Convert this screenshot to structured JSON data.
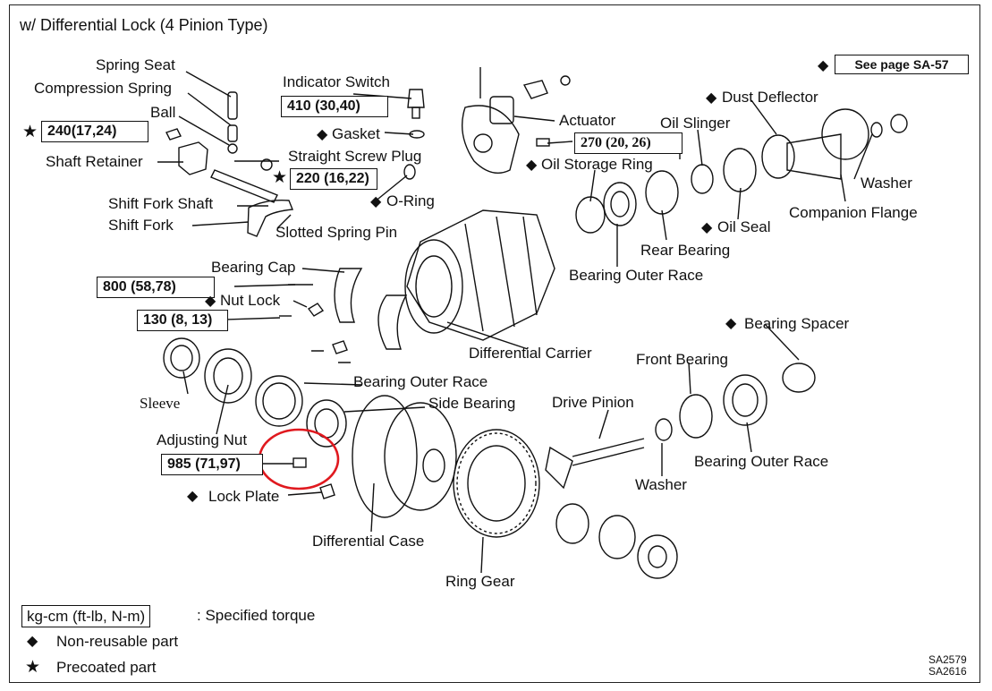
{
  "title": "w/ Differential Lock (4 Pinion Type)",
  "see_page": "See page SA-57",
  "symbols": {
    "diamond": "◆",
    "star": "★"
  },
  "labels": {
    "spring_seat": "Spring Seat",
    "compression_spring": "Compression Spring",
    "ball": "Ball",
    "shaft_retainer": "Shaft Retainer",
    "shift_fork_shaft": "Shift Fork Shaft",
    "shift_fork": "Shift Fork",
    "indicator_switch": "Indicator Switch",
    "gasket": "Gasket",
    "straight_screw_plug": "Straight Screw Plug",
    "o_ring": "O-Ring",
    "slotted_spring_pin": "Slotted Spring Pin",
    "actuator": "Actuator",
    "oil_storage_ring": "Oil Storage Ring",
    "oil_slinger": "Oil Slinger",
    "dust_deflector": "Dust Deflector",
    "washer_top": "Washer",
    "companion_flange": "Companion Flange",
    "oil_seal": "Oil Seal",
    "rear_bearing": "Rear Bearing",
    "bearing_outer_race_top": "Bearing Outer Race",
    "bearing_cap": "Bearing Cap",
    "nut_lock": "Nut Lock",
    "differential_carrier": "Differential Carrier",
    "bearing_spacer": "Bearing Spacer",
    "front_bearing": "Front Bearing",
    "sleeve": "Sleeve",
    "bearing_outer_race_mid": "Bearing Outer Race",
    "side_bearing": "Side Bearing",
    "drive_pinion": "Drive Pinion",
    "adjusting_nut": "Adjusting Nut",
    "lock_plate": "Lock Plate",
    "differential_case": "Differential Case",
    "ring_gear": "Ring Gear",
    "washer_bottom": "Washer",
    "bearing_outer_race_right": "Bearing Outer Race"
  },
  "torques": {
    "t240": "240(17,24)",
    "t410": "410 (30,40)",
    "t220": "220 (16,22)",
    "t270": "270 (20, 26)",
    "t800": "800 (58,78)",
    "t130": "130 (8, 13)",
    "t985": "985 (71,97)"
  },
  "legend": {
    "unit": "kg-cm  (ft-lb,  N-m)",
    "unit_desc": ":  Specified torque",
    "non_reusable": "Non-reusable part",
    "precoated": "Precoated part"
  },
  "codes": {
    "code1": "SA2579",
    "code2": "SA2616"
  }
}
